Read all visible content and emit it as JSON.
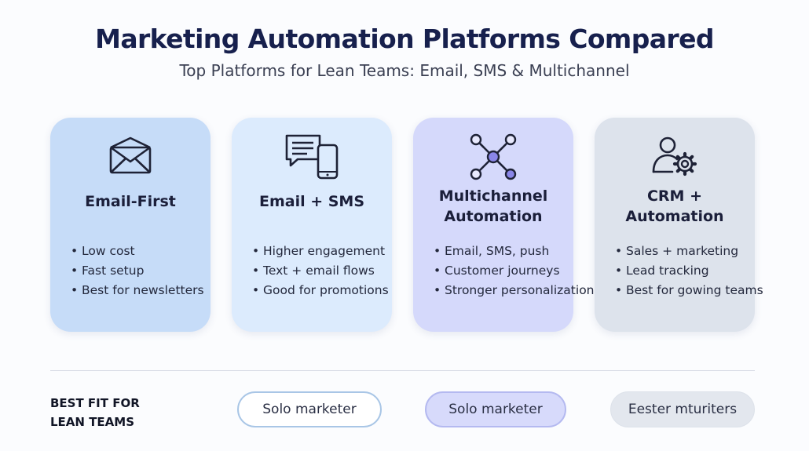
{
  "header": {
    "title": "Marketing Automation Platforms Compared",
    "subtitle": "Top Platforms for Lean Teams: Email, SMS & Multichannel"
  },
  "cards": [
    {
      "icon": "envelope-icon",
      "title_lines": [
        "Email-First"
      ],
      "bullets": [
        "Low cost",
        "Fast setup",
        "Best for newsletters"
      ],
      "color": "#c6dcf8"
    },
    {
      "icon": "chat-phone-icon",
      "title_lines": [
        "Email + SMS"
      ],
      "bullets": [
        "Higher engagement",
        "Text + email flows",
        "Good for promotions"
      ],
      "color": "#dcebfd"
    },
    {
      "icon": "network-nodes-icon",
      "title_lines": [
        "Multichannel",
        "Automation"
      ],
      "bullets": [
        "Email, SMS, push",
        "Customer journeys",
        "Stronger personalization"
      ],
      "color": "#d5d9fb"
    },
    {
      "icon": "user-gear-icon",
      "title_lines": [
        "CRM +",
        "Automation"
      ],
      "bullets": [
        "Sales + marketing",
        "Lead tracking",
        "Best for gowing teams"
      ],
      "color": "#dde3ec"
    }
  ],
  "bullet_glyph": "•",
  "best_fit": {
    "label_lines": [
      "BEST FIT FOR",
      "LEAN TEAMS"
    ],
    "pills": [
      "Solo marketer",
      "Solo marketer",
      "Eester mturiters"
    ]
  },
  "colors": {
    "title": "#17204d",
    "icon_stroke": "#1e2236",
    "node_accent": "#8a86e8"
  }
}
